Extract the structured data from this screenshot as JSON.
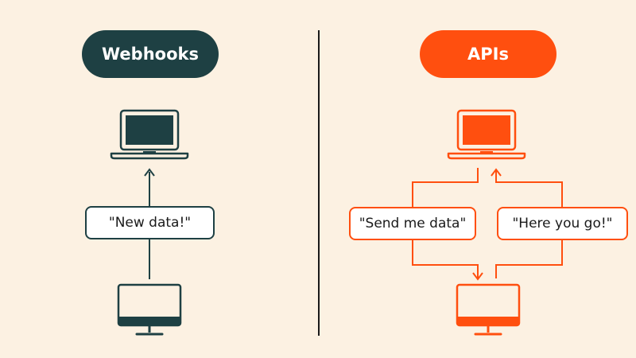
{
  "webhooks": {
    "title": "Webhooks",
    "message": "\"New data!\"",
    "color": "#1e4043"
  },
  "apis": {
    "title": "APIs",
    "request_message": "\"Send me data\"",
    "response_message": "\"Here you go!\"",
    "color": "#ff4f0f"
  },
  "icons": [
    "laptop-icon",
    "monitor-icon",
    "arrow-up-icon",
    "arrow-down-icon"
  ],
  "background": "#fcf1e2"
}
